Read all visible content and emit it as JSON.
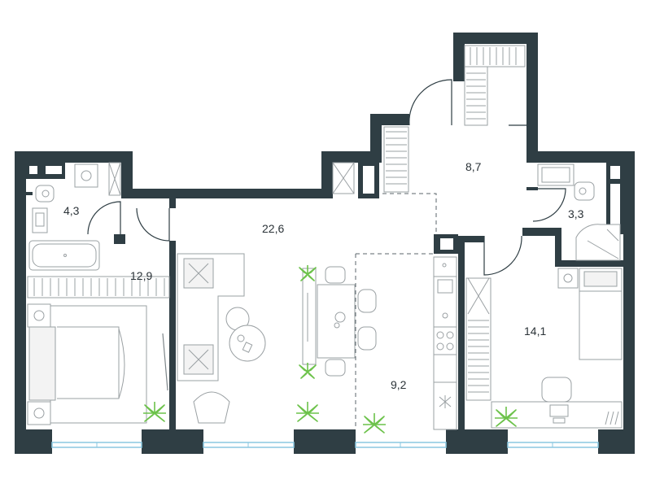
{
  "plan": {
    "colors": {
      "wall": "#2f3e44",
      "window": "#8ac7e0",
      "plant": "#6cc24a",
      "furniture": "#9aa0a3"
    },
    "rooms": [
      {
        "id": "bathroom-1",
        "area": "4,3"
      },
      {
        "id": "bedroom-1",
        "area": "12,9"
      },
      {
        "id": "living-room",
        "area": "22,6"
      },
      {
        "id": "hallway",
        "area": "8,7"
      },
      {
        "id": "bathroom-2",
        "area": "3,3"
      },
      {
        "id": "kitchen",
        "area": "9,2"
      },
      {
        "id": "bedroom-2",
        "area": "14,1"
      }
    ]
  }
}
